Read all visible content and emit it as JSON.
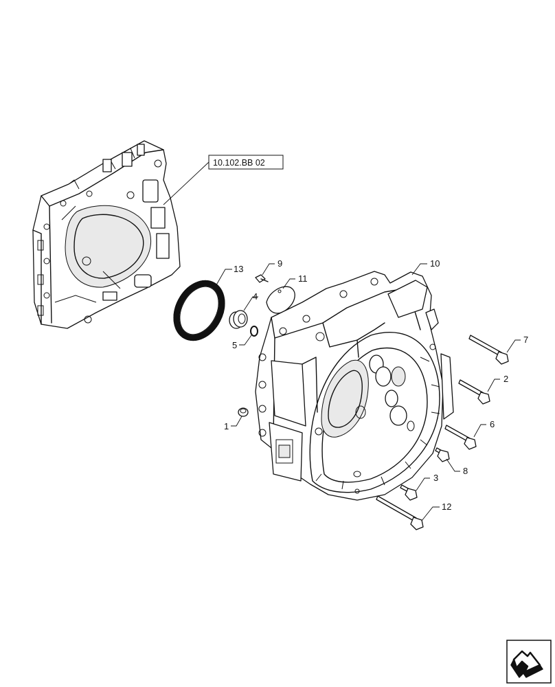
{
  "diagram": {
    "reference_label": "10.102.BB 02",
    "callouts": [
      {
        "id": "c1",
        "label": "1"
      },
      {
        "id": "c2",
        "label": "2"
      },
      {
        "id": "c3",
        "label": "3"
      },
      {
        "id": "c4",
        "label": "4"
      },
      {
        "id": "c5",
        "label": "5"
      },
      {
        "id": "c6",
        "label": "6"
      },
      {
        "id": "c7",
        "label": "7"
      },
      {
        "id": "c8",
        "label": "8"
      },
      {
        "id": "c9",
        "label": "9"
      },
      {
        "id": "c10",
        "label": "10"
      },
      {
        "id": "c11",
        "label": "11"
      },
      {
        "id": "c12",
        "label": "12"
      },
      {
        "id": "c13",
        "label": "13"
      }
    ],
    "nav_icon": "next-page-arrow-icon"
  }
}
